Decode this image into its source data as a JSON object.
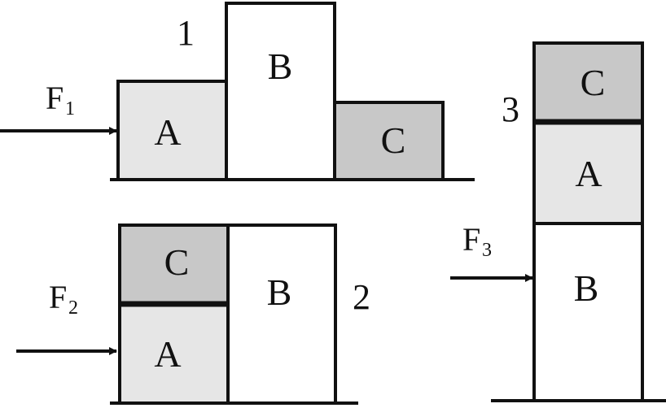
{
  "colors": {
    "block_A": "#e6e6e6",
    "block_B": "#ffffff",
    "block_C": "#c8c8c8",
    "stroke": "#111111"
  },
  "configurations": [
    {
      "number": "1",
      "force": {
        "main": "F",
        "sub": "1"
      },
      "blocks": [
        {
          "label": "A"
        },
        {
          "label": "B"
        },
        {
          "label": "C"
        }
      ]
    },
    {
      "number": "2",
      "force": {
        "main": "F",
        "sub": "2"
      },
      "blocks": [
        {
          "label": "C"
        },
        {
          "label": "A"
        },
        {
          "label": "B"
        }
      ]
    },
    {
      "number": "3",
      "force": {
        "main": "F",
        "sub": "3"
      },
      "blocks": [
        {
          "label": "C"
        },
        {
          "label": "A"
        },
        {
          "label": "B"
        }
      ]
    }
  ]
}
